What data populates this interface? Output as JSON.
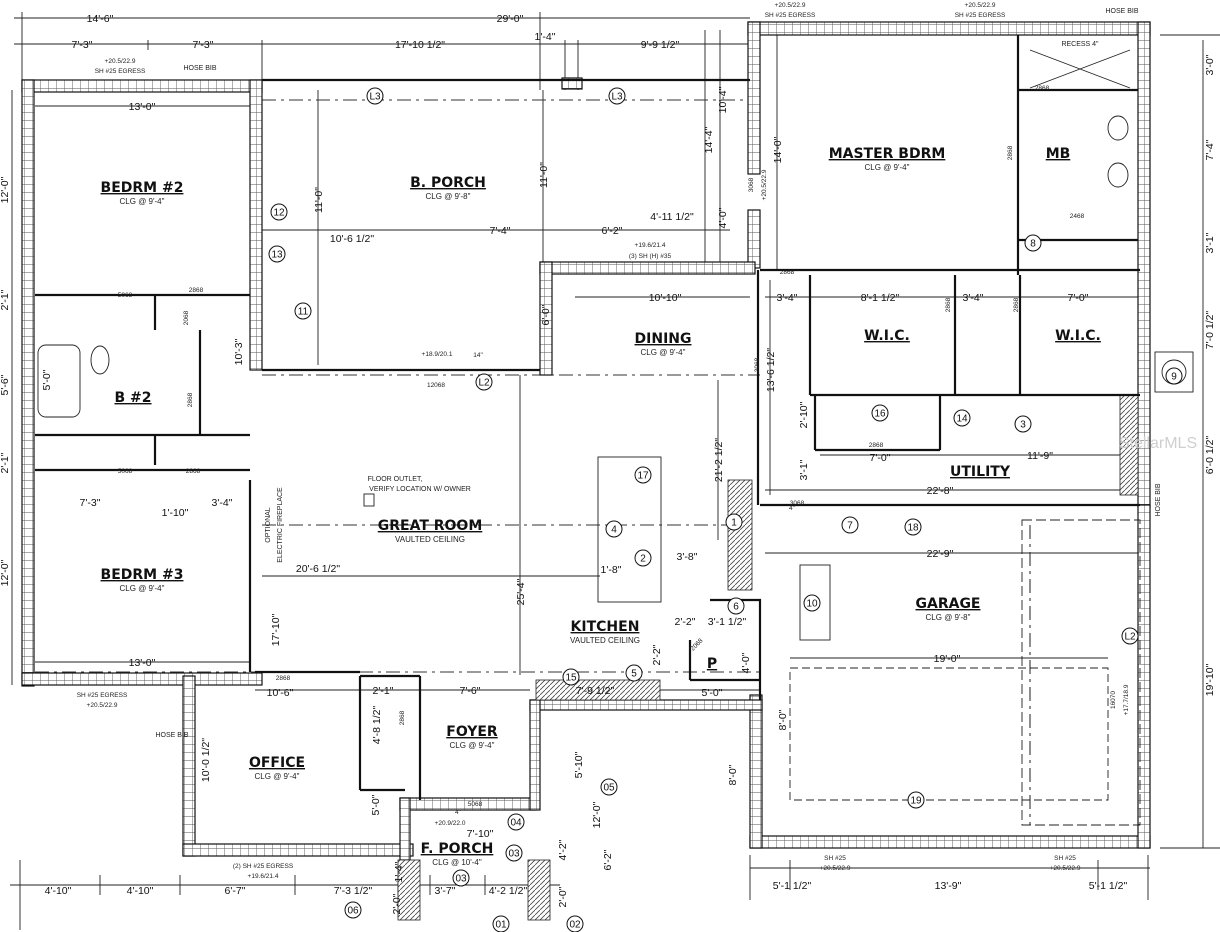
{
  "rooms": [
    {
      "name": "BEDRM #2",
      "sub": "CLG @ 9'-4\""
    },
    {
      "name": "B. PORCH",
      "sub": "CLG @ 9'-8\""
    },
    {
      "name": "MASTER BDRM",
      "sub": "CLG @ 9'-4\""
    },
    {
      "name": "MB",
      "sub": ""
    },
    {
      "name": "W.I.C.",
      "sub": ""
    },
    {
      "name": "W.I.C.",
      "sub": ""
    },
    {
      "name": "DINING",
      "sub": "CLG @ 9'-4\""
    },
    {
      "name": "B #2",
      "sub": ""
    },
    {
      "name": "UTILITY",
      "sub": ""
    },
    {
      "name": "GREAT ROOM",
      "sub": "VAULTED CEILING"
    },
    {
      "name": "BEDRM #3",
      "sub": "CLG @ 9'-4\""
    },
    {
      "name": "GARAGE",
      "sub": "CLG @ 9'-8\""
    },
    {
      "name": "KITCHEN",
      "sub": "VAULTED CEILING"
    },
    {
      "name": "P",
      "sub": ""
    },
    {
      "name": "FOYER",
      "sub": "CLG @ 9'-4\""
    },
    {
      "name": "OFFICE",
      "sub": "CLG @ 9'-4\""
    },
    {
      "name": "F. PORCH",
      "sub": "CLG @ 10'-4\""
    }
  ],
  "dims": [
    "14'-6\"",
    "29'-0\"",
    "7'-3\"",
    "7'-3\"",
    "17'-10 1/2\"",
    "1'-4\"",
    "9'-9 1/2\"",
    "13'-0\"",
    "13'-0\"",
    "10'-6 1/2\"",
    "7'-4\"",
    "6'-2\"",
    "4'-11 1/2\"",
    "10'-10\"",
    "11'-0\"",
    "6'-0\"",
    "11'-0\"",
    "14'-4\"",
    "10'-4\"",
    "4'-0\"",
    "14'-0\"",
    "3'-4\"",
    "8'-1 1/2\"",
    "3'-4\"",
    "7'-0\"",
    "13'-6 1/2\"",
    "21'-2 1/2\"",
    "2'-10\"",
    "3'-1\"",
    "7'-0\"",
    "11'-9\"",
    "22'-8\"",
    "22'-9\"",
    "19'-0\"",
    "8'-0\"",
    "8'-0\"",
    "7'-3\"",
    "1'-10\"",
    "3'-4\"",
    "10'-3\"",
    "17'-10\"",
    "20'-6 1/2\"",
    "25'-4\"",
    "3'-8\"",
    "1'-8\"",
    "2'-2\"",
    "3'-1 1/2\"",
    "4'-0\"",
    "5'-0\"",
    "7'-9 1/2\"",
    "10'-6\"",
    "2'-1\"",
    "7'-6\"",
    "4'-8 1/2\"",
    "10'-0 1/2\"",
    "5'-0\"",
    "5'-10\"",
    "12'-0\"",
    "7'-10\"",
    "4'-2\"",
    "6'-2\"",
    "2'-0\"",
    "1'-4\"",
    "2'-0\"",
    "2'-2\"",
    "4'-10\"",
    "4'-10\"",
    "6'-7\"",
    "7'-3 1/2\"",
    "3'-7\"",
    "4'-2 1/2\"",
    "5'-1 1/2\"",
    "13'-9\"",
    "5'-1 1/2\"",
    "12'-0\"",
    "2'-1\"",
    "5'-6\"",
    "2'-1\"",
    "12'-0\"",
    "5'-0\"",
    "3'-0\"",
    "7'-4\"",
    "3'-1\"",
    "7'-0 1/2\"",
    "6'-0 1/2\"",
    "19'-10\""
  ],
  "door_labels": [
    "5068",
    "2068",
    "2868",
    "2868",
    "5068",
    "2868",
    "3068",
    "+20.5/22.9",
    "2868",
    "2868",
    "2868",
    "2868",
    "2868",
    "2468",
    "2868",
    "3068",
    "3068",
    "12068",
    "+18.9/20.1",
    "2068",
    "2868",
    "2868",
    "5068",
    "+20.9/22.0",
    "(3) SH (H) #35",
    "+19.6/21.4",
    "16070",
    "+17.7/18.9",
    "4\"",
    "4\"",
    "14\""
  ],
  "egress_labels": [
    {
      "spec": "SH #25 EGRESS",
      "height": "+20.5/22.9"
    },
    {
      "spec": "SH #25 EGRESS",
      "height": "+20.5/22.9"
    },
    {
      "spec": "SH #25 EGRESS",
      "height": "+20.5/22.9"
    },
    {
      "spec": "SH #25 EGRESS",
      "height": "+20.5/22.9"
    },
    {
      "spec": "(2) SH #25 EGRESS",
      "height": "+19.6/21.4"
    },
    {
      "spec": "SH #25",
      "height": "+20.5/22.9"
    },
    {
      "spec": "SH #25",
      "height": "+20.5/22.9"
    }
  ],
  "notes": [
    "FLOOR OUTLET,",
    "VERIFY LOCATION W/ OWNER",
    "OPTIONAL",
    "ELECTRIC FIREPLACE",
    "RECESS 4\"",
    "HOSE BIB",
    "HOSE BIB",
    "HOSE BIB",
    "HOSE BIB"
  ],
  "tags": [
    "1",
    "2",
    "3",
    "4",
    "5",
    "6",
    "7",
    "8",
    "9",
    "10",
    "11",
    "12",
    "13",
    "14",
    "15",
    "16",
    "17",
    "18",
    "19",
    "L2",
    "L2",
    "L3",
    "L3",
    "01",
    "02",
    "03",
    "03",
    "04",
    "05",
    "06"
  ],
  "watermark": "StellarMLS"
}
